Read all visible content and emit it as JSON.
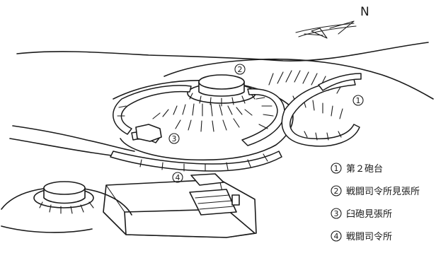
{
  "compass": {
    "label": "N",
    "icon": "north-arrow-icon"
  },
  "markers": [
    {
      "num": "1"
    },
    {
      "num": "2"
    },
    {
      "num": "3"
    },
    {
      "num": "4"
    }
  ],
  "legend": [
    {
      "num": "1",
      "text": "第２砲台"
    },
    {
      "num": "2",
      "text": "戦闘司令所見張所"
    },
    {
      "num": "3",
      "text": "臼砲見張所"
    },
    {
      "num": "4",
      "text": "戦闘司令所"
    }
  ]
}
